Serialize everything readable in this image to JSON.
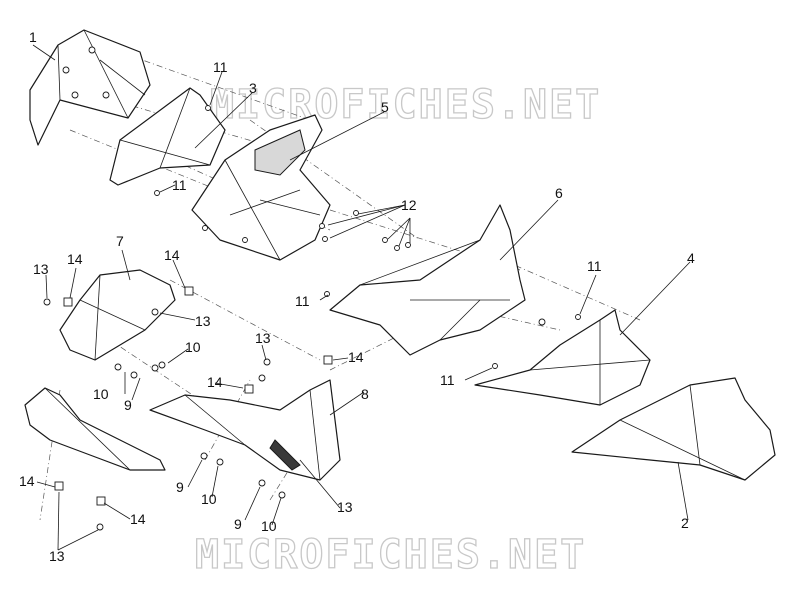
{
  "watermark": {
    "text": "MICROFICHES.NET"
  },
  "callouts": {
    "c1": "1",
    "c2": "2",
    "c3": "3",
    "c4": "4",
    "c5": "5",
    "c6": "6",
    "c7": "7",
    "c8": "8",
    "c9a": "9",
    "c9b": "9",
    "c9c": "9",
    "c10a": "10",
    "c10b": "10",
    "c10c": "10",
    "c10d": "10",
    "c11a": "11",
    "c11b": "11",
    "c11c": "11",
    "c11d": "11",
    "c11e": "11",
    "c12": "12",
    "c13a": "13",
    "c13b": "13",
    "c13c": "13",
    "c13d": "13",
    "c13e": "13",
    "c14a": "14",
    "c14b": "14",
    "c14c": "14",
    "c14d": "14",
    "c14e": "14",
    "c14f": "14"
  },
  "colors": {
    "line": "#1a1a1a",
    "watermark": "#c8c8c8",
    "background": "#ffffff"
  }
}
